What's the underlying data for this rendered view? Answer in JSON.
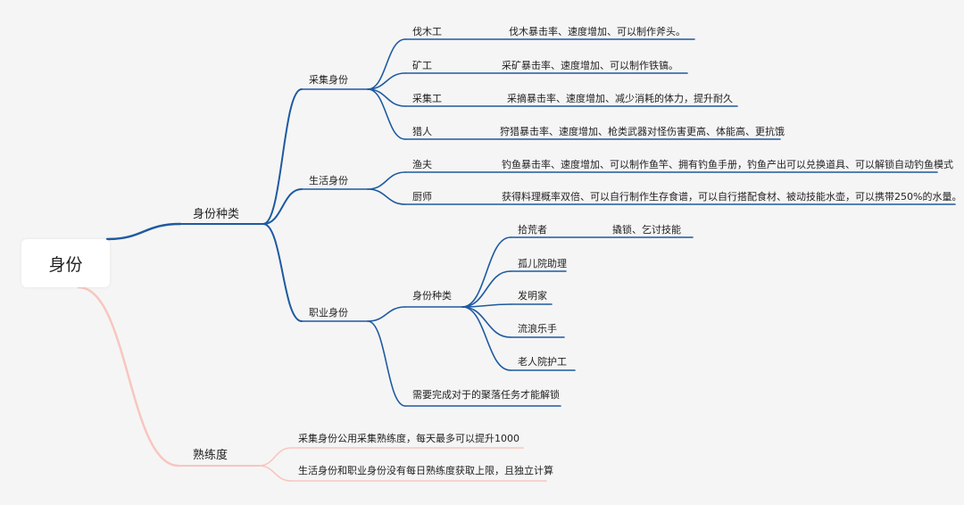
{
  "root": "身份",
  "colors": {
    "blue": "#1e5aa0",
    "pink": "#f8c6bf",
    "text": "#222222",
    "background": "#f5f5f5"
  },
  "identity_types": {
    "label": "身份种类",
    "gathering": {
      "label": "采集身份",
      "items": [
        {
          "name": "伐木工",
          "desc": "伐木暴击率、速度增加、可以制作斧头。"
        },
        {
          "name": "矿工",
          "desc": "采矿暴击率、速度增加、可以制作铁镐。"
        },
        {
          "name": "采集工",
          "desc": "采摘暴击率、速度增加、减少消耗的体力，提升耐久"
        },
        {
          "name": "猎人",
          "desc": "狩猎暴击率、速度增加、枪类武器对怪伤害更高、体能高、更抗饿"
        }
      ]
    },
    "life": {
      "label": "生活身份",
      "items": [
        {
          "name": "渔夫",
          "desc": "钓鱼暴击率、速度增加、可以制作鱼竿、拥有钓鱼手册，钓鱼产出可以兑换道具、可以解锁自动钓鱼模式"
        },
        {
          "name": "厨师",
          "desc": "获得料理概率双倍、可以自行制作生存食谱，可以自行搭配食材、被动技能水壶，可以携带250%的水量。"
        }
      ]
    },
    "career": {
      "label": "职业身份",
      "sub": {
        "label": "身份种类",
        "items": [
          {
            "name": "拾荒者",
            "desc": "撬锁、乞讨技能"
          },
          {
            "name": "孤儿院助理",
            "desc": ""
          },
          {
            "name": "发明家",
            "desc": ""
          },
          {
            "name": "流浪乐手",
            "desc": ""
          },
          {
            "name": "老人院护工",
            "desc": ""
          }
        ]
      },
      "note": "需要完成对于的聚落任务才能解锁"
    }
  },
  "proficiency": {
    "label": "熟练度",
    "items": [
      "采集身份公用采集熟练度，每天最多可以提升1000",
      "生活身份和职业身份没有每日熟练度获取上限，且独立计算"
    ]
  }
}
